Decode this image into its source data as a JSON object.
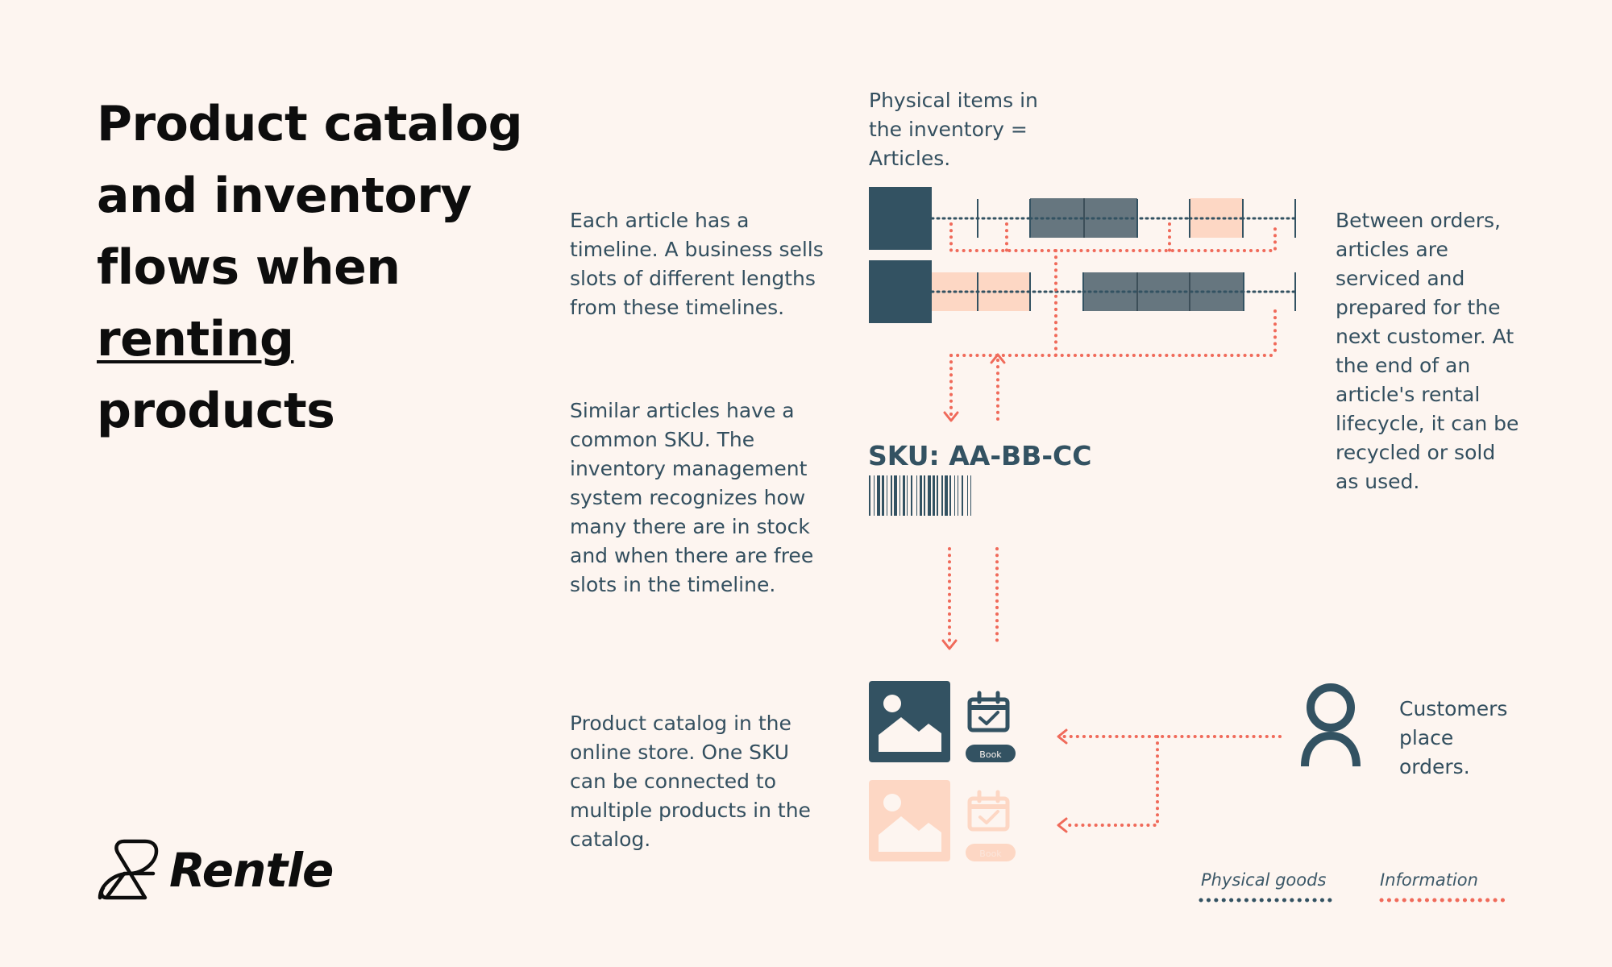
{
  "title": {
    "line1": "Product catalog",
    "line2": "and inventory",
    "line3": "flows when",
    "line4": "renting",
    "line5": "products"
  },
  "annotations": {
    "physical_items": [
      "Physical items in",
      "the inventory =",
      "Articles."
    ],
    "timeline": [
      "Each article has a",
      "timeline. A business sells",
      "slots of different lengths",
      "from these timelines."
    ],
    "sku": [
      "Similar articles have a",
      "common SKU. The",
      "inventory management",
      "system recognizes how",
      "many there are in stock",
      "and when there are free",
      "slots in the timeline."
    ],
    "catalog": [
      "Product catalog in the",
      "online store. One SKU",
      "can be connected to",
      "multiple products in the",
      "catalog."
    ],
    "between_orders": [
      "Between orders,",
      "articles are",
      "serviced and",
      "prepared for the",
      "next customer. At",
      "the end of an",
      "article's rental",
      "lifecycle, it can be",
      "recycled or sold",
      "as used."
    ],
    "customers": [
      "Customers",
      "place",
      "orders."
    ]
  },
  "sku_label": "SKU: AA-BB-CC",
  "book_label": "Book",
  "book_label_faded": "Book",
  "legend": {
    "physical": "Physical goods",
    "information": "Information"
  },
  "brand": {
    "name": "Rentle"
  },
  "icons": [
    "article-block-icon",
    "barcode-icon",
    "image-icon",
    "calendar-check-icon",
    "user-icon",
    "rentle-logo-icon"
  ],
  "colors": {
    "background": "#fdf5f0",
    "dark": "#335262",
    "gray_block": "#66767f",
    "peach": "#fdd7c4",
    "information": "#f06a5a"
  }
}
